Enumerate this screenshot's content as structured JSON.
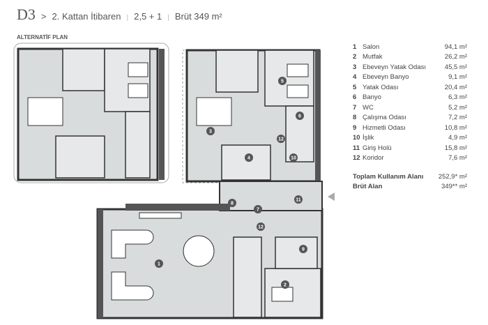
{
  "header": {
    "code": "D3",
    "arrow": ">",
    "floor": "2. Kattan İtibaren",
    "layout": "2,5 + 1",
    "gross": "Brüt 349 m²",
    "sep": "|"
  },
  "alt_plan_label": "ALTERNATİF PLAN",
  "rooms": [
    {
      "n": "1",
      "name": "Salon",
      "area": "94,1 m²"
    },
    {
      "n": "2",
      "name": "Mutfak",
      "area": "26,2 m²"
    },
    {
      "n": "3",
      "name": "Ebeveyn Yatak Odası",
      "area": "45,5 m²"
    },
    {
      "n": "4",
      "name": "Ebeveyn Banyo",
      "area": "9,1 m²"
    },
    {
      "n": "5",
      "name": "Yatak Odası",
      "area": "20,4 m²"
    },
    {
      "n": "6",
      "name": "Banyo",
      "area": "6,3 m²"
    },
    {
      "n": "7",
      "name": "WC",
      "area": "5,2 m²"
    },
    {
      "n": "8",
      "name": "Çalışma Odası",
      "area": "7,2 m²"
    },
    {
      "n": "9",
      "name": "Hizmetli Odası",
      "area": "10,8 m²"
    },
    {
      "n": "10",
      "name": "İşlik",
      "area": "4,9 m²"
    },
    {
      "n": "11",
      "name": "Giriş Holü",
      "area": "15,8 m²"
    },
    {
      "n": "12",
      "name": "Koridor",
      "area": "7,6 m²"
    }
  ],
  "totals": [
    {
      "name": "Toplam Kullanım Alanı",
      "area": "252,9* m²"
    },
    {
      "name": "Brüt Alan",
      "area": "349** m²"
    }
  ],
  "plan_markers": [
    "1",
    "2",
    "3",
    "4",
    "5",
    "6",
    "7",
    "8",
    "9",
    "10",
    "11",
    "12",
    "12"
  ]
}
